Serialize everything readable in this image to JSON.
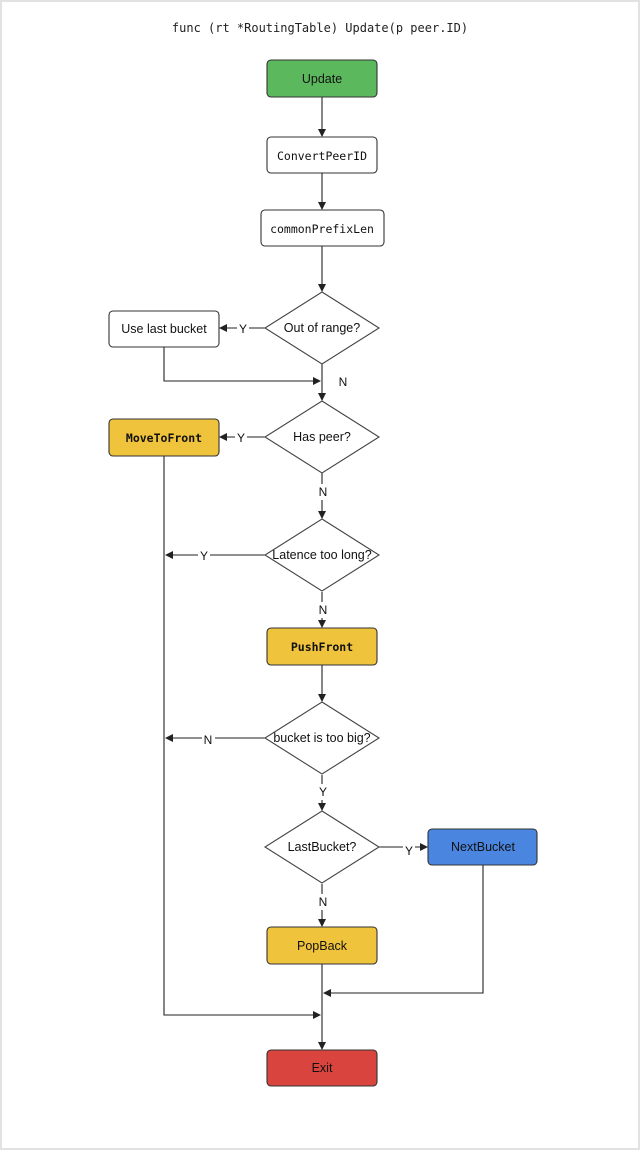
{
  "title": "func (rt *RoutingTable) Update(p peer.ID)",
  "colors": {
    "green": "#5cb85c",
    "yellow": "#f0c33c",
    "blue": "#4a86e0",
    "red": "#d9443f",
    "white": "#ffffff"
  },
  "nodes": {
    "update": "Update",
    "convert_peer_id": "ConvertPeerID",
    "common_prefix_len": "commonPrefixLen",
    "out_of_range": "Out of range?",
    "use_last_bucket": "Use last bucket",
    "has_peer": "Has peer?",
    "move_to_front": "MoveToFront",
    "latence_too_long": "Latence too long?",
    "push_front": "PushFront",
    "bucket_too_big": "bucket is too big?",
    "last_bucket": "LastBucket?",
    "next_bucket": "NextBucket",
    "pop_back": "PopBack",
    "exit": "Exit"
  },
  "edge_labels": {
    "out_of_range_yes": "Y",
    "out_of_range_no": "N",
    "has_peer_yes": "Y",
    "has_peer_no": "N",
    "latence_yes": "Y",
    "latence_no": "N",
    "bucket_big_no": "N",
    "bucket_big_yes": "Y",
    "last_bucket_yes": "Y",
    "last_bucket_no": "N"
  }
}
